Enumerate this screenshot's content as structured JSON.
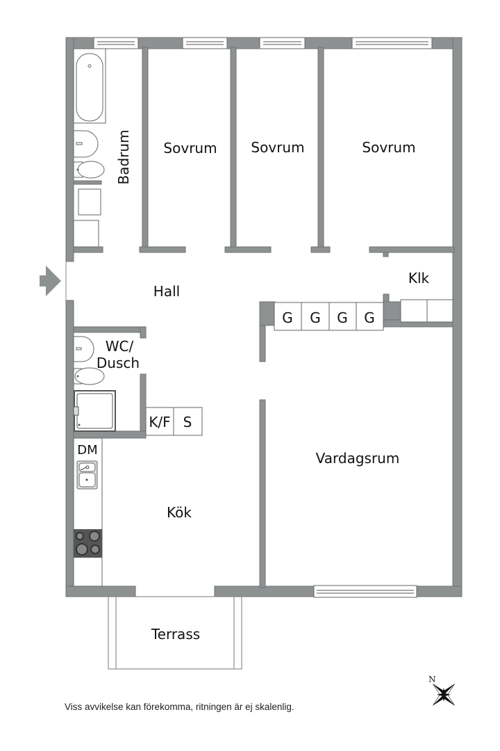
{
  "floorplan": {
    "rooms": {
      "badrum": "Badrum",
      "sovrum_1": "Sovrum",
      "sovrum_2": "Sovrum",
      "sovrum_3": "Sovrum",
      "hall": "Hall",
      "klk": "Klk",
      "wc_dusch_line1": "WC/",
      "wc_dusch_line2": "Dusch",
      "kok": "Kök",
      "vardagsrum": "Vardagsrum",
      "terrass": "Terrass"
    },
    "fixtures": {
      "kf": "K/F",
      "s": "S",
      "dm": "DM",
      "wardrobes": [
        "G",
        "G",
        "G",
        "G"
      ]
    },
    "entrance_icon": "entrance-arrow-icon",
    "compass": {
      "label": "N",
      "icon": "compass-rose-icon"
    },
    "colors": {
      "wall": "#8e9192",
      "stove": "#555555"
    }
  },
  "footer": {
    "disclaimer": "Viss avvikelse kan förekomma, ritningen är ej skalenlig."
  }
}
